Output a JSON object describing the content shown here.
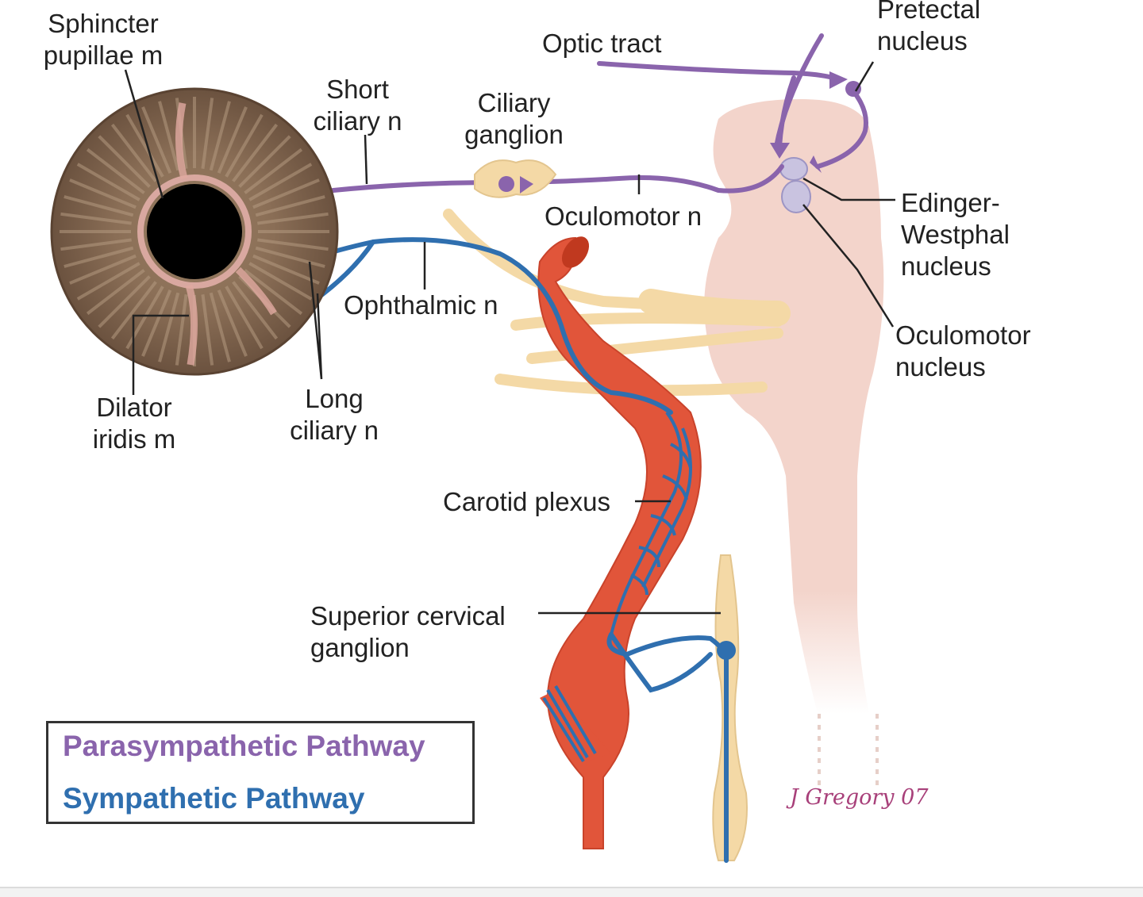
{
  "labels": {
    "sphincter": "Sphincter\npupillae m",
    "short_ciliary": "Short\nciliary n",
    "ciliary_ganglion": "Ciliary\nganglion",
    "optic_tract": "Optic tract",
    "pretectal": "Pretectal\nnucleus",
    "edinger": "Edinger-\nWestphal\nnucleus",
    "oculomotor_n": "Oculomotor n",
    "oculomotor_nucleus": "Oculomotor\nnucleus",
    "ophthalmic": "Ophthalmic n",
    "dilator": "Dilator\niridis m",
    "long_ciliary": "Long\nciliary n",
    "carotid_plexus": "Carotid plexus",
    "superior_cervical": "Superior cervical\nganglion"
  },
  "legend": {
    "parasympathetic": "Parasympathetic Pathway",
    "sympathetic": "Sympathetic Pathway"
  },
  "signature": "J Gregory 07",
  "colors": {
    "parasympathetic": "#8a64ac",
    "sympathetic": "#2f6faf",
    "iris": "#7a5f4a",
    "artery": "#e1553a",
    "nerve": "#f4d9a6",
    "brainstem": "#f3d4cb",
    "nucleus": "#c9c3e0"
  }
}
